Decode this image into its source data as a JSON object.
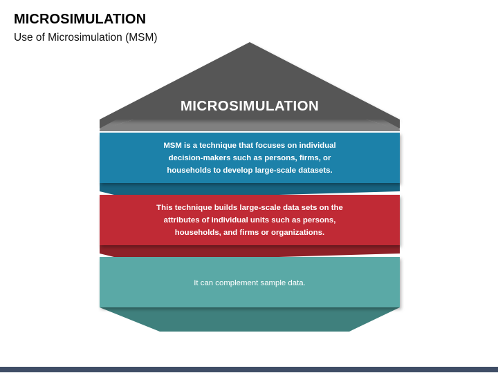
{
  "slide": {
    "title": "MICROSIMULATION",
    "subtitle": "Use of Microsimulation (MSM)",
    "background_color": "#ffffff",
    "footer_bar_color": "#3f4d66"
  },
  "diagram": {
    "type": "house-pyramid-stack",
    "roof": {
      "label": "MICROSIMULATION",
      "fill": "#565656",
      "shadow_fill": "#808080"
    },
    "bands": [
      {
        "id": "band-blue",
        "text": "MSM is a technique that focuses on individual decision-makers such as persons, firms, or households to develop large-scale datasets.",
        "lines": [
          "MSM is a technique that focuses on individual",
          "decision-makers such as persons, firms, or",
          "households to develop large-scale datasets."
        ],
        "fill": "#1f81a9",
        "shadow_fill": "#17627f"
      },
      {
        "id": "band-red",
        "text": "This technique builds large-scale data sets on the attributes of individual units such as persons, households, and firms or organizations.",
        "lines": [
          "This technique builds large-scale data sets on the",
          "attributes of individual units such as persons,",
          "households, and firms or organizations."
        ],
        "fill": "#c02c35",
        "shadow_fill": "#8e2128"
      },
      {
        "id": "band-teal",
        "text": "It can complement sample data.",
        "lines": [
          "It can complement sample data."
        ],
        "fill": "#5aa9a6",
        "shadow_fill": "#3f807d"
      }
    ]
  }
}
